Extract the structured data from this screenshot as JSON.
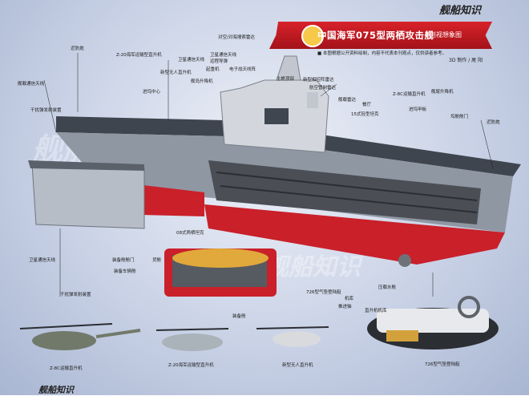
{
  "brand_top": "舰船知识",
  "brand_bottom": "舰船知识",
  "banner": {
    "title": "中国海军075型两栖攻击舰",
    "subtitle": "剖视想象图"
  },
  "note": "■ 本图根据公开资料绘制，内容不代表本刊观点，仅供读者参考。",
  "credit": "3D 制作 / 尾 阳",
  "watermarks": [
    "舰船知识",
    "舰船知识"
  ],
  "labels": {
    "l01": "近防炮",
    "l02": "Z-20海军运输型直升机",
    "l03": "卫星通信天线",
    "l04": "新型无人直升机",
    "l05": "起重机",
    "l06": "舰岛升降机",
    "l07": "卫星通信天线",
    "l08": "对空/对海搜索雷达",
    "l09": "远程导弹",
    "l10": "电子战天线阵",
    "l11": "主桅顶部",
    "l12": "新型相控阵雷达",
    "l13": "航空管制雷达",
    "l14": "舰载雷达",
    "l15": "舰尾升降机",
    "l16": "Z-8C运输直升机",
    "l17": "进坞甲板",
    "l18": "坞舱舱门",
    "l19": "近防炮",
    "l20": "餐厅",
    "l21": "15式轻型坦克",
    "l22": "舰载通信天线",
    "l23": "干扰弹发射装置",
    "l24": "进坞中心",
    "l25": "卫星通信天线",
    "l26": "干扰弹发射装置",
    "l27": "08式两栖坦克",
    "l28": "装备舱舱门",
    "l29": "装备车辆舱",
    "l30": "货舱",
    "l31": "装备舱",
    "l32": "726型气垫登陆艇",
    "l33": "推进轴",
    "l34": "直升机机库",
    "l35": "压载水舱",
    "l36": "Z-8C运输直升机",
    "l37": "Z-20海军运输型直升机",
    "l38": "新型无人直升机",
    "l39": "726型气垫登陆艇",
    "l40": "机库"
  },
  "colors": {
    "hull_gray": "#8f97a3",
    "deck_dark": "#3f454e",
    "red_bottom": "#c9202a",
    "banner_red": "#c8161d"
  }
}
